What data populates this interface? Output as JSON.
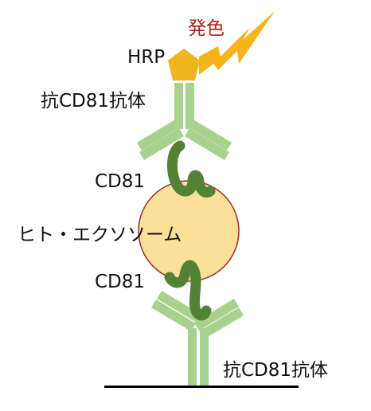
{
  "labels": {
    "emission": "発色",
    "hrp": "HRP",
    "detection_antibody": "抗CD81抗体",
    "cd81_top": "CD81",
    "exosome": "ヒト・エクソソーム",
    "cd81_bottom": "CD81",
    "capture_antibody": "抗CD81抗体"
  },
  "colors": {
    "antibody": "#a9d18e",
    "cd81_protein": "#548235",
    "exosome_fill": "#fbe09a",
    "exosome_border": "#a52a2a",
    "hrp": "#f0b41e",
    "lightning": "#f5b51a",
    "emission_text": "#b02020",
    "surface": "#000000"
  }
}
